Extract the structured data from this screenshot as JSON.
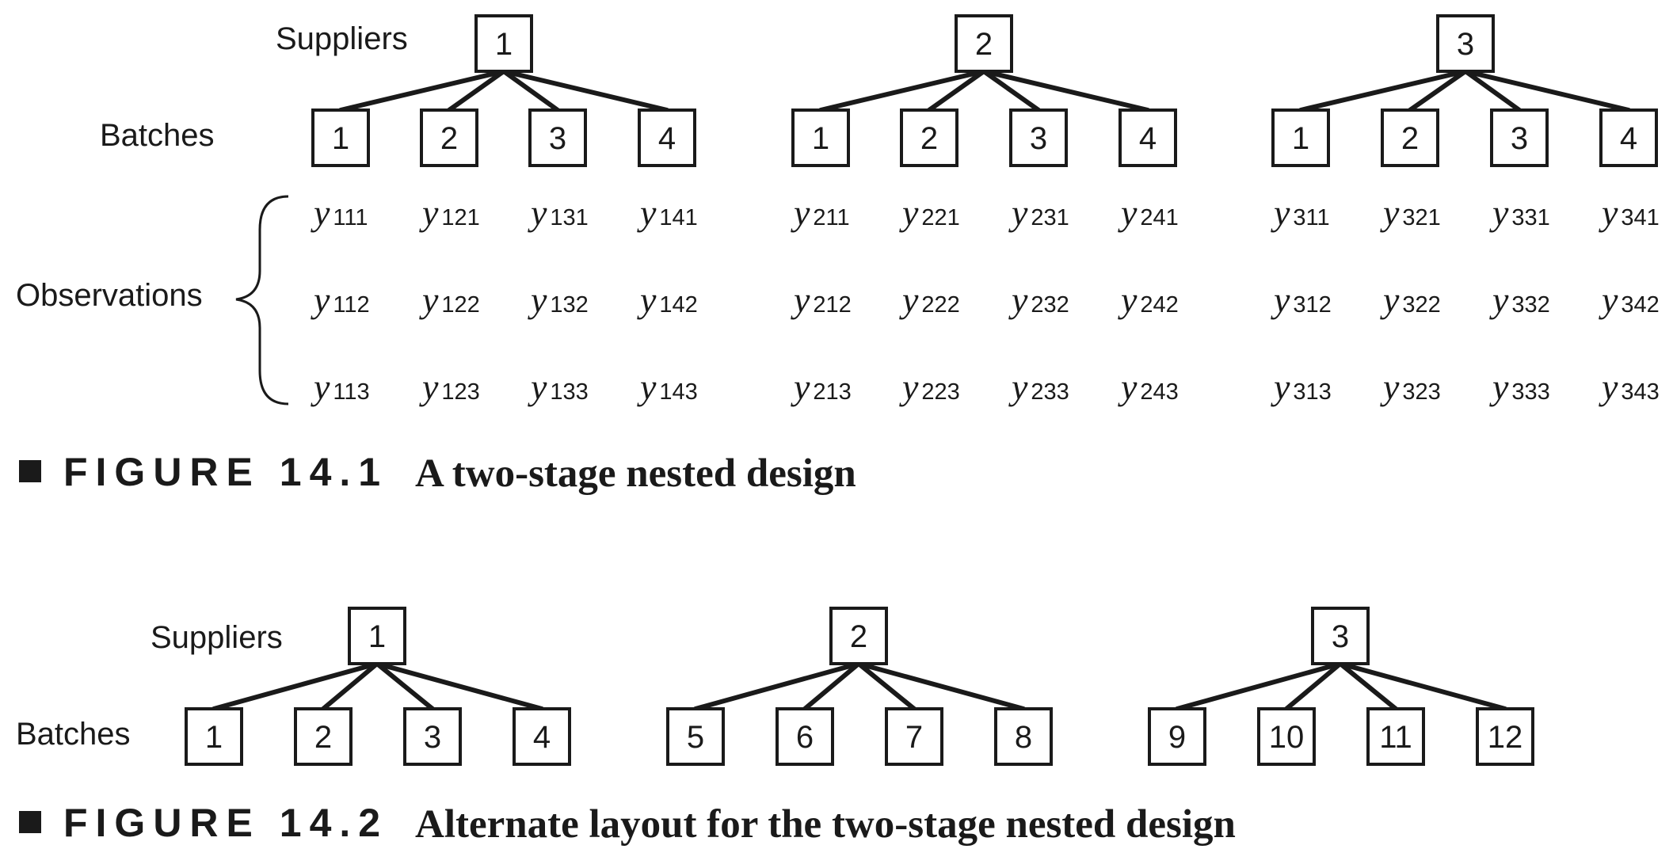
{
  "figure1": {
    "labels": {
      "suppliers": "Suppliers",
      "batches": "Batches",
      "observations": "Observations"
    },
    "suppliers": [
      {
        "label": "1",
        "batches": [
          "1",
          "2",
          "3",
          "4"
        ],
        "observations": [
          [
            "111",
            "121",
            "131",
            "141"
          ],
          [
            "112",
            "122",
            "132",
            "142"
          ],
          [
            "113",
            "123",
            "133",
            "143"
          ]
        ]
      },
      {
        "label": "2",
        "batches": [
          "1",
          "2",
          "3",
          "4"
        ],
        "observations": [
          [
            "211",
            "221",
            "231",
            "241"
          ],
          [
            "212",
            "222",
            "232",
            "242"
          ],
          [
            "213",
            "223",
            "233",
            "243"
          ]
        ]
      },
      {
        "label": "3",
        "batches": [
          "1",
          "2",
          "3",
          "4"
        ],
        "observations": [
          [
            "311",
            "321",
            "331",
            "341"
          ],
          [
            "312",
            "322",
            "332",
            "342"
          ],
          [
            "313",
            "323",
            "333",
            "343"
          ]
        ]
      }
    ],
    "observation_symbol": "y",
    "caption": {
      "number": "FIGURE 14.1",
      "title": "A two-stage nested design"
    }
  },
  "figure2": {
    "labels": {
      "suppliers": "Suppliers",
      "batches": "Batches"
    },
    "suppliers": [
      {
        "label": "1",
        "batches": [
          "1",
          "2",
          "3",
          "4"
        ]
      },
      {
        "label": "2",
        "batches": [
          "5",
          "6",
          "7",
          "8"
        ]
      },
      {
        "label": "3",
        "batches": [
          "9",
          "10",
          "11",
          "12"
        ]
      }
    ],
    "caption": {
      "number": "FIGURE 14.2",
      "title": "Alternate layout for the two-stage nested design"
    }
  }
}
